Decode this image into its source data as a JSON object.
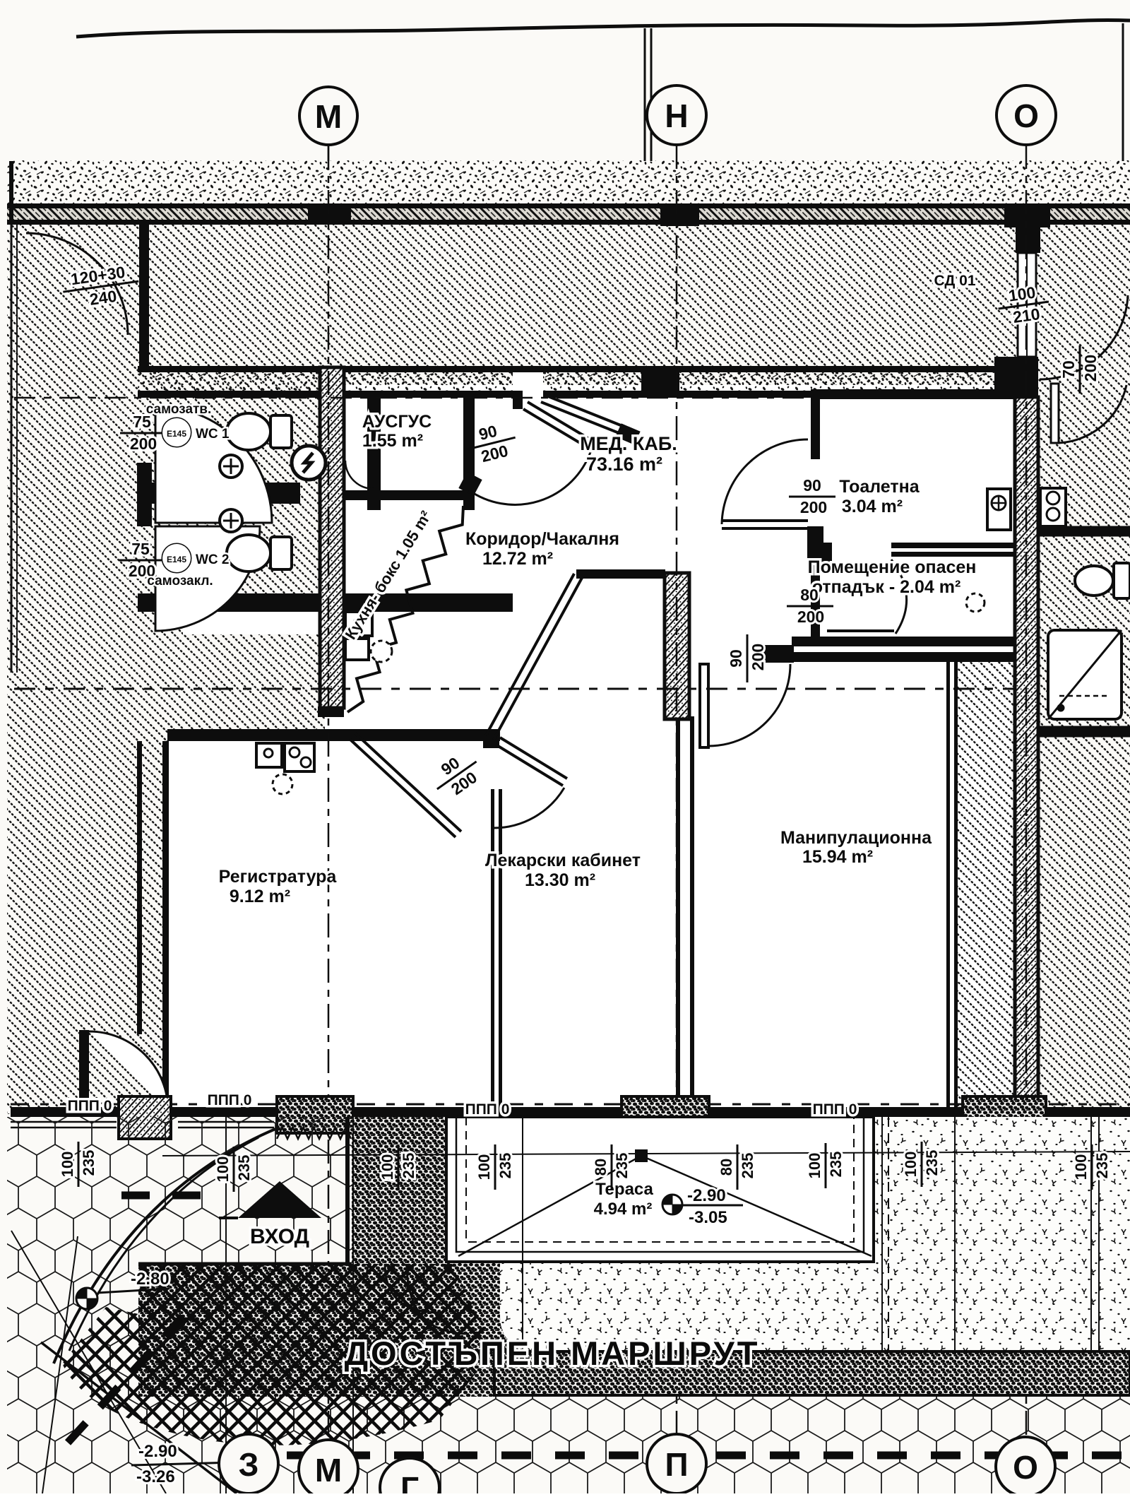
{
  "document": {
    "type": "scanned architectural floor plan",
    "language": "bg"
  },
  "axes": {
    "top": [
      {
        "label": "М"
      },
      {
        "label": "Н"
      },
      {
        "label": "О"
      }
    ],
    "bottom": [
      {
        "label": "З"
      },
      {
        "label": "М"
      },
      {
        "label": "Г"
      },
      {
        "label": "П"
      },
      {
        "label": "О"
      }
    ]
  },
  "rooms": [
    {
      "name": "АУСГУС",
      "area": "1.55 m²"
    },
    {
      "name": "МЕД. КАБ.",
      "area": "73.16 m²"
    },
    {
      "name": "Коридор/Чакалня",
      "area": "12.72 m²"
    },
    {
      "name": "Тоалетна",
      "area": "3.04 m²"
    },
    {
      "name": "Помещение опасен",
      "area": "отпадък - 2.04 m²"
    },
    {
      "name": "Кухня- бокс 1.05 m²",
      "area": ""
    },
    {
      "name": "Регистратура",
      "area": "9.12 m²"
    },
    {
      "name": "Лекарски кабинет",
      "area": "13.30 m²"
    },
    {
      "name": "Манипулационна",
      "area": "15.94 m²"
    },
    {
      "name": "Тераса",
      "area": "4.94 m²"
    }
  ],
  "doors": [
    {
      "num": "120+30",
      "den": "240"
    },
    {
      "num": "90",
      "den": "200"
    },
    {
      "num": "75",
      "den": "200"
    },
    {
      "num": "75",
      "den": "200"
    },
    {
      "num": "90",
      "den": "200"
    },
    {
      "num": "80",
      "den": "200"
    },
    {
      "num": "90",
      "den": "200"
    },
    {
      "num": "90",
      "den": "200"
    },
    {
      "num": "100",
      "den": "210"
    },
    {
      "num": "70",
      "den": "200"
    }
  ],
  "windows": [
    {
      "num": "100",
      "den": "235"
    },
    {
      "num": "100",
      "den": "235"
    },
    {
      "num": "100",
      "den": "235"
    },
    {
      "num": "100",
      "den": "235"
    },
    {
      "num": "80",
      "den": "235"
    },
    {
      "num": "80",
      "den": "235"
    },
    {
      "num": "100",
      "den": "235"
    },
    {
      "num": "100",
      "den": "235"
    },
    {
      "num": "100",
      "den": "235"
    }
  ],
  "wc": {
    "closer_top": "самозатв.",
    "closer_bottom": "самозакл.",
    "tag": "Е145",
    "wc1": "WC 1",
    "wc2": "WC 2"
  },
  "site": {
    "entrance": "ВХОД",
    "route": "ДОСТЪПЕН МАРШРУТ",
    "ppp": "ППП 0",
    "sd": "СД 01"
  },
  "levels": {
    "terrace_top": "-2.90",
    "terrace_bottom": "-3.05",
    "entry": "-2.80",
    "route_top": "-2.90",
    "route_bottom": "-3.26"
  }
}
